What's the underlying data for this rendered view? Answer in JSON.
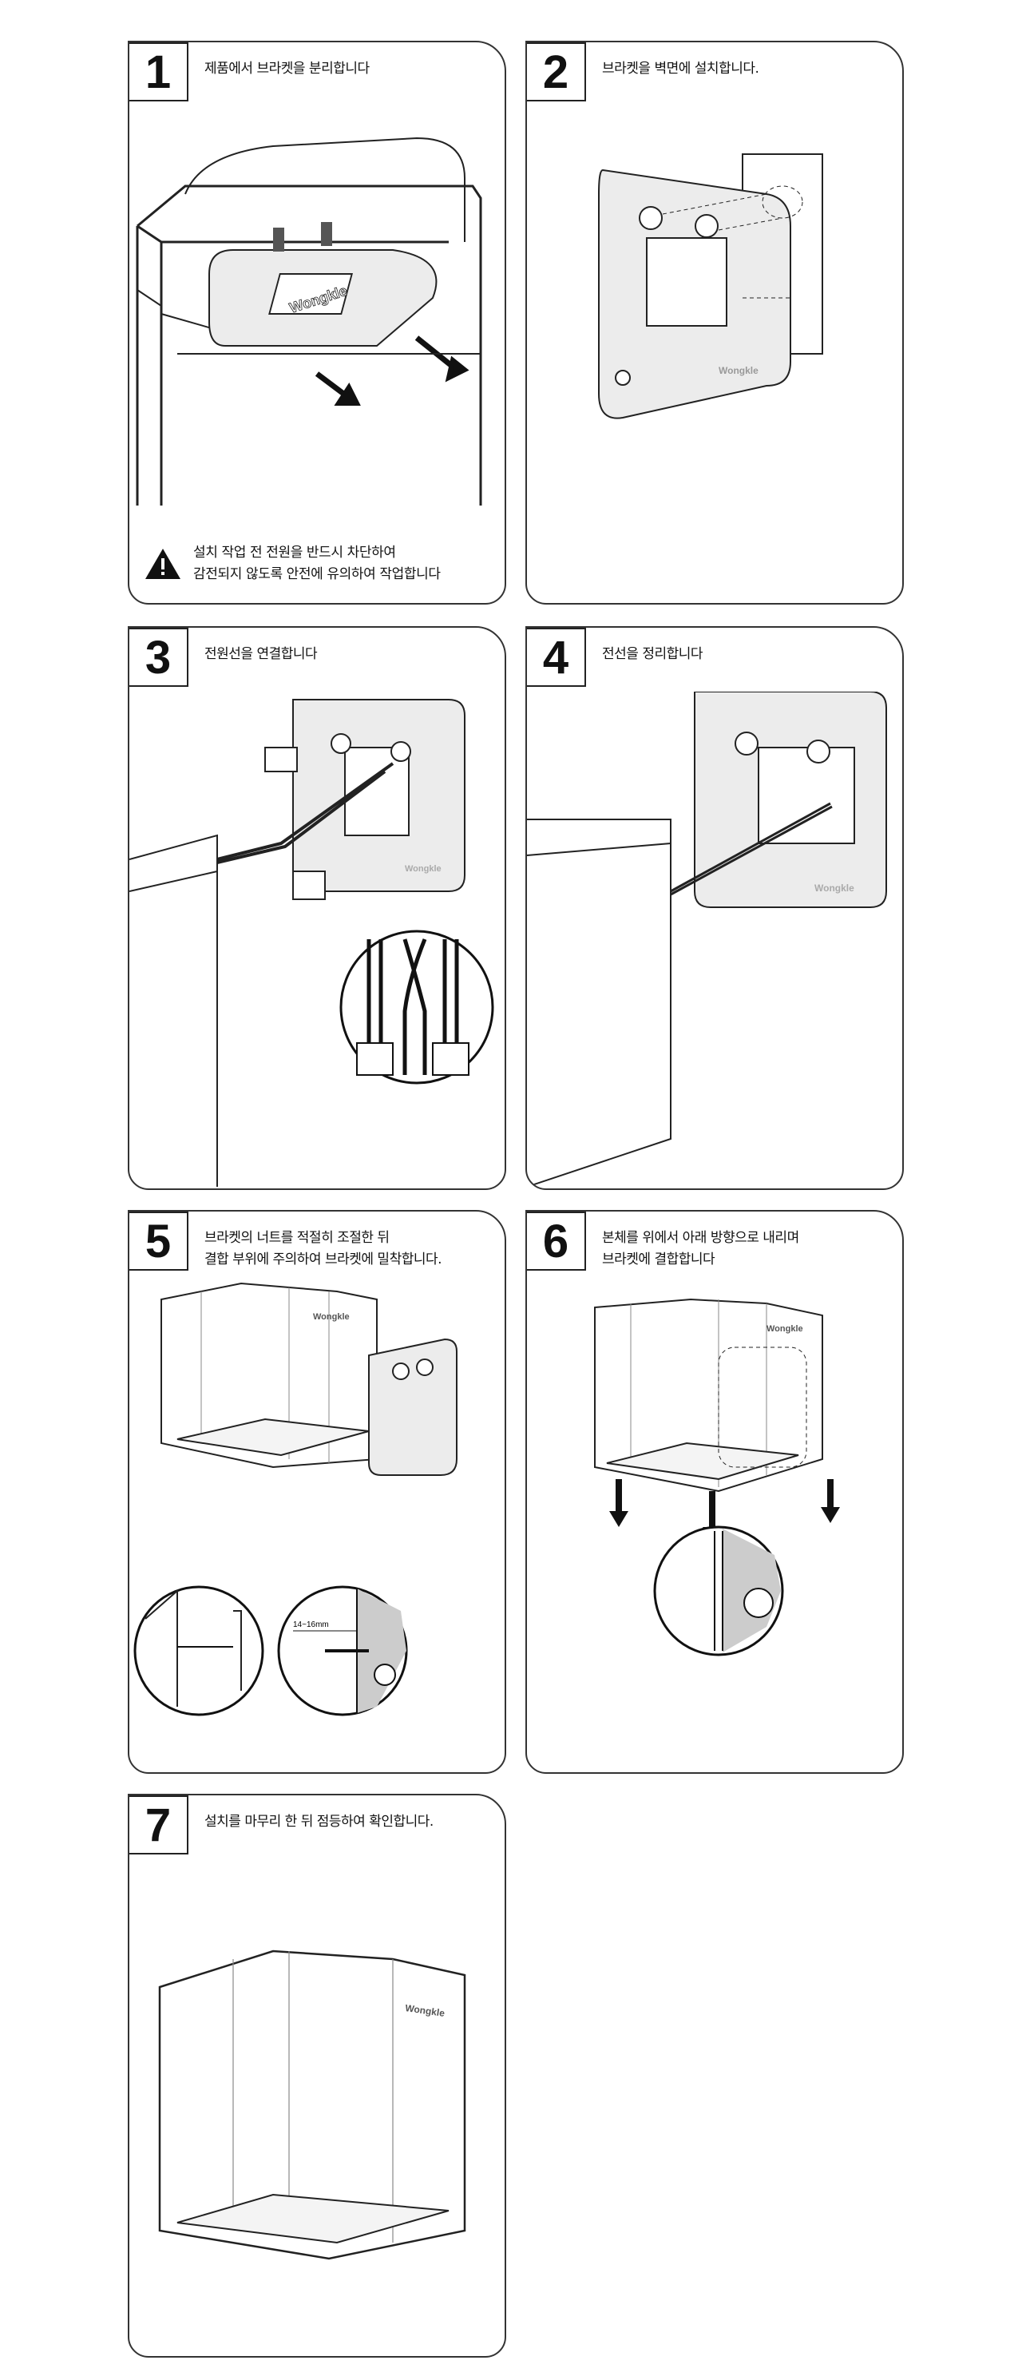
{
  "brand_logo": "Wongkle",
  "steps": [
    {
      "number": "1",
      "title": "제품에서 브라켓을 분리합니다",
      "warning": {
        "icon": "warning-triangle-icon",
        "line1": "설치 작업 전 전원을 반드시 차단하여",
        "line2": "감전되지 않도록 안전에 유의하여 작업합니다"
      }
    },
    {
      "number": "2",
      "title": "브라켓을 벽면에 설치합니다."
    },
    {
      "number": "3",
      "title": "전원선을 연결합니다"
    },
    {
      "number": "4",
      "title": "전선을 정리합니다"
    },
    {
      "number": "5",
      "title": "브라켓의 너트를 적절히 조절한 뒤\n결합 부위에 주의하여 브라켓에 밀착합니다.",
      "dimension_label": "14~16mm"
    },
    {
      "number": "6",
      "title": "본체를 위에서 아래 방향으로 내리며\n브라켓에 결합합니다"
    },
    {
      "number": "7",
      "title": "설치를 마무리 한 뒤 점등하여 확인합니다."
    }
  ]
}
